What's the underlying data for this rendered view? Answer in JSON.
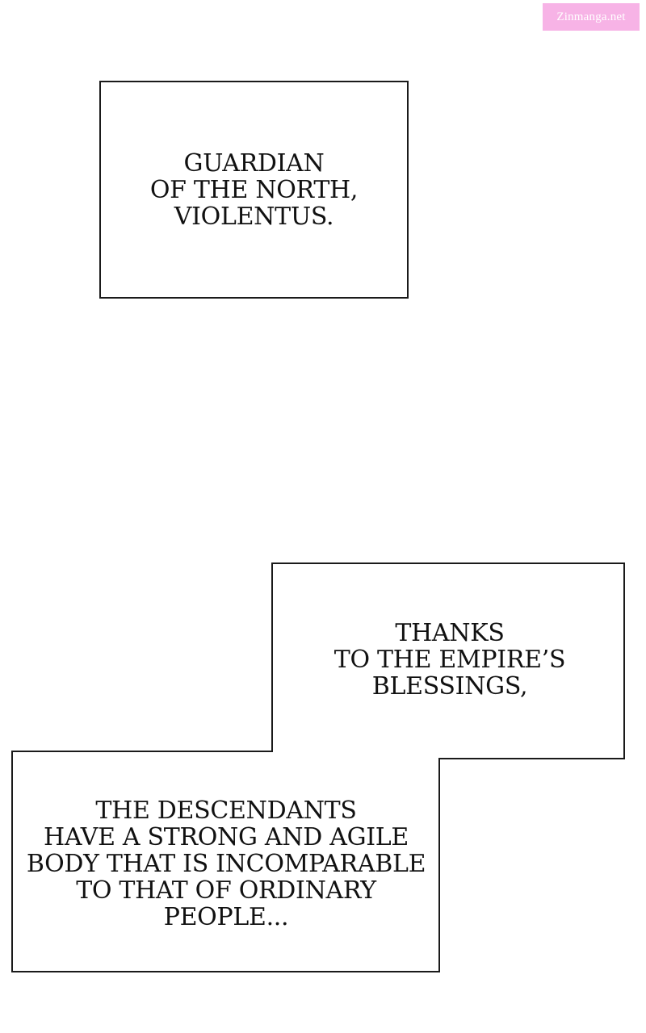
{
  "watermark": {
    "text": "Zinmanga.net",
    "color": "#f7b3e6"
  },
  "captions": [
    {
      "text": "GUARDIAN\nOF THE NORTH,\nVIOLENTUS."
    },
    {
      "text": "THANKS\nTO THE EMPIRE’S\nBLESSINGS,"
    },
    {
      "text": "THE DESCENDANTS\nHAVE A STRONG AND AGILE\nBODY THAT IS INCOMPARABLE\nTO THAT OF ORDINARY\nPEOPLE..."
    }
  ]
}
